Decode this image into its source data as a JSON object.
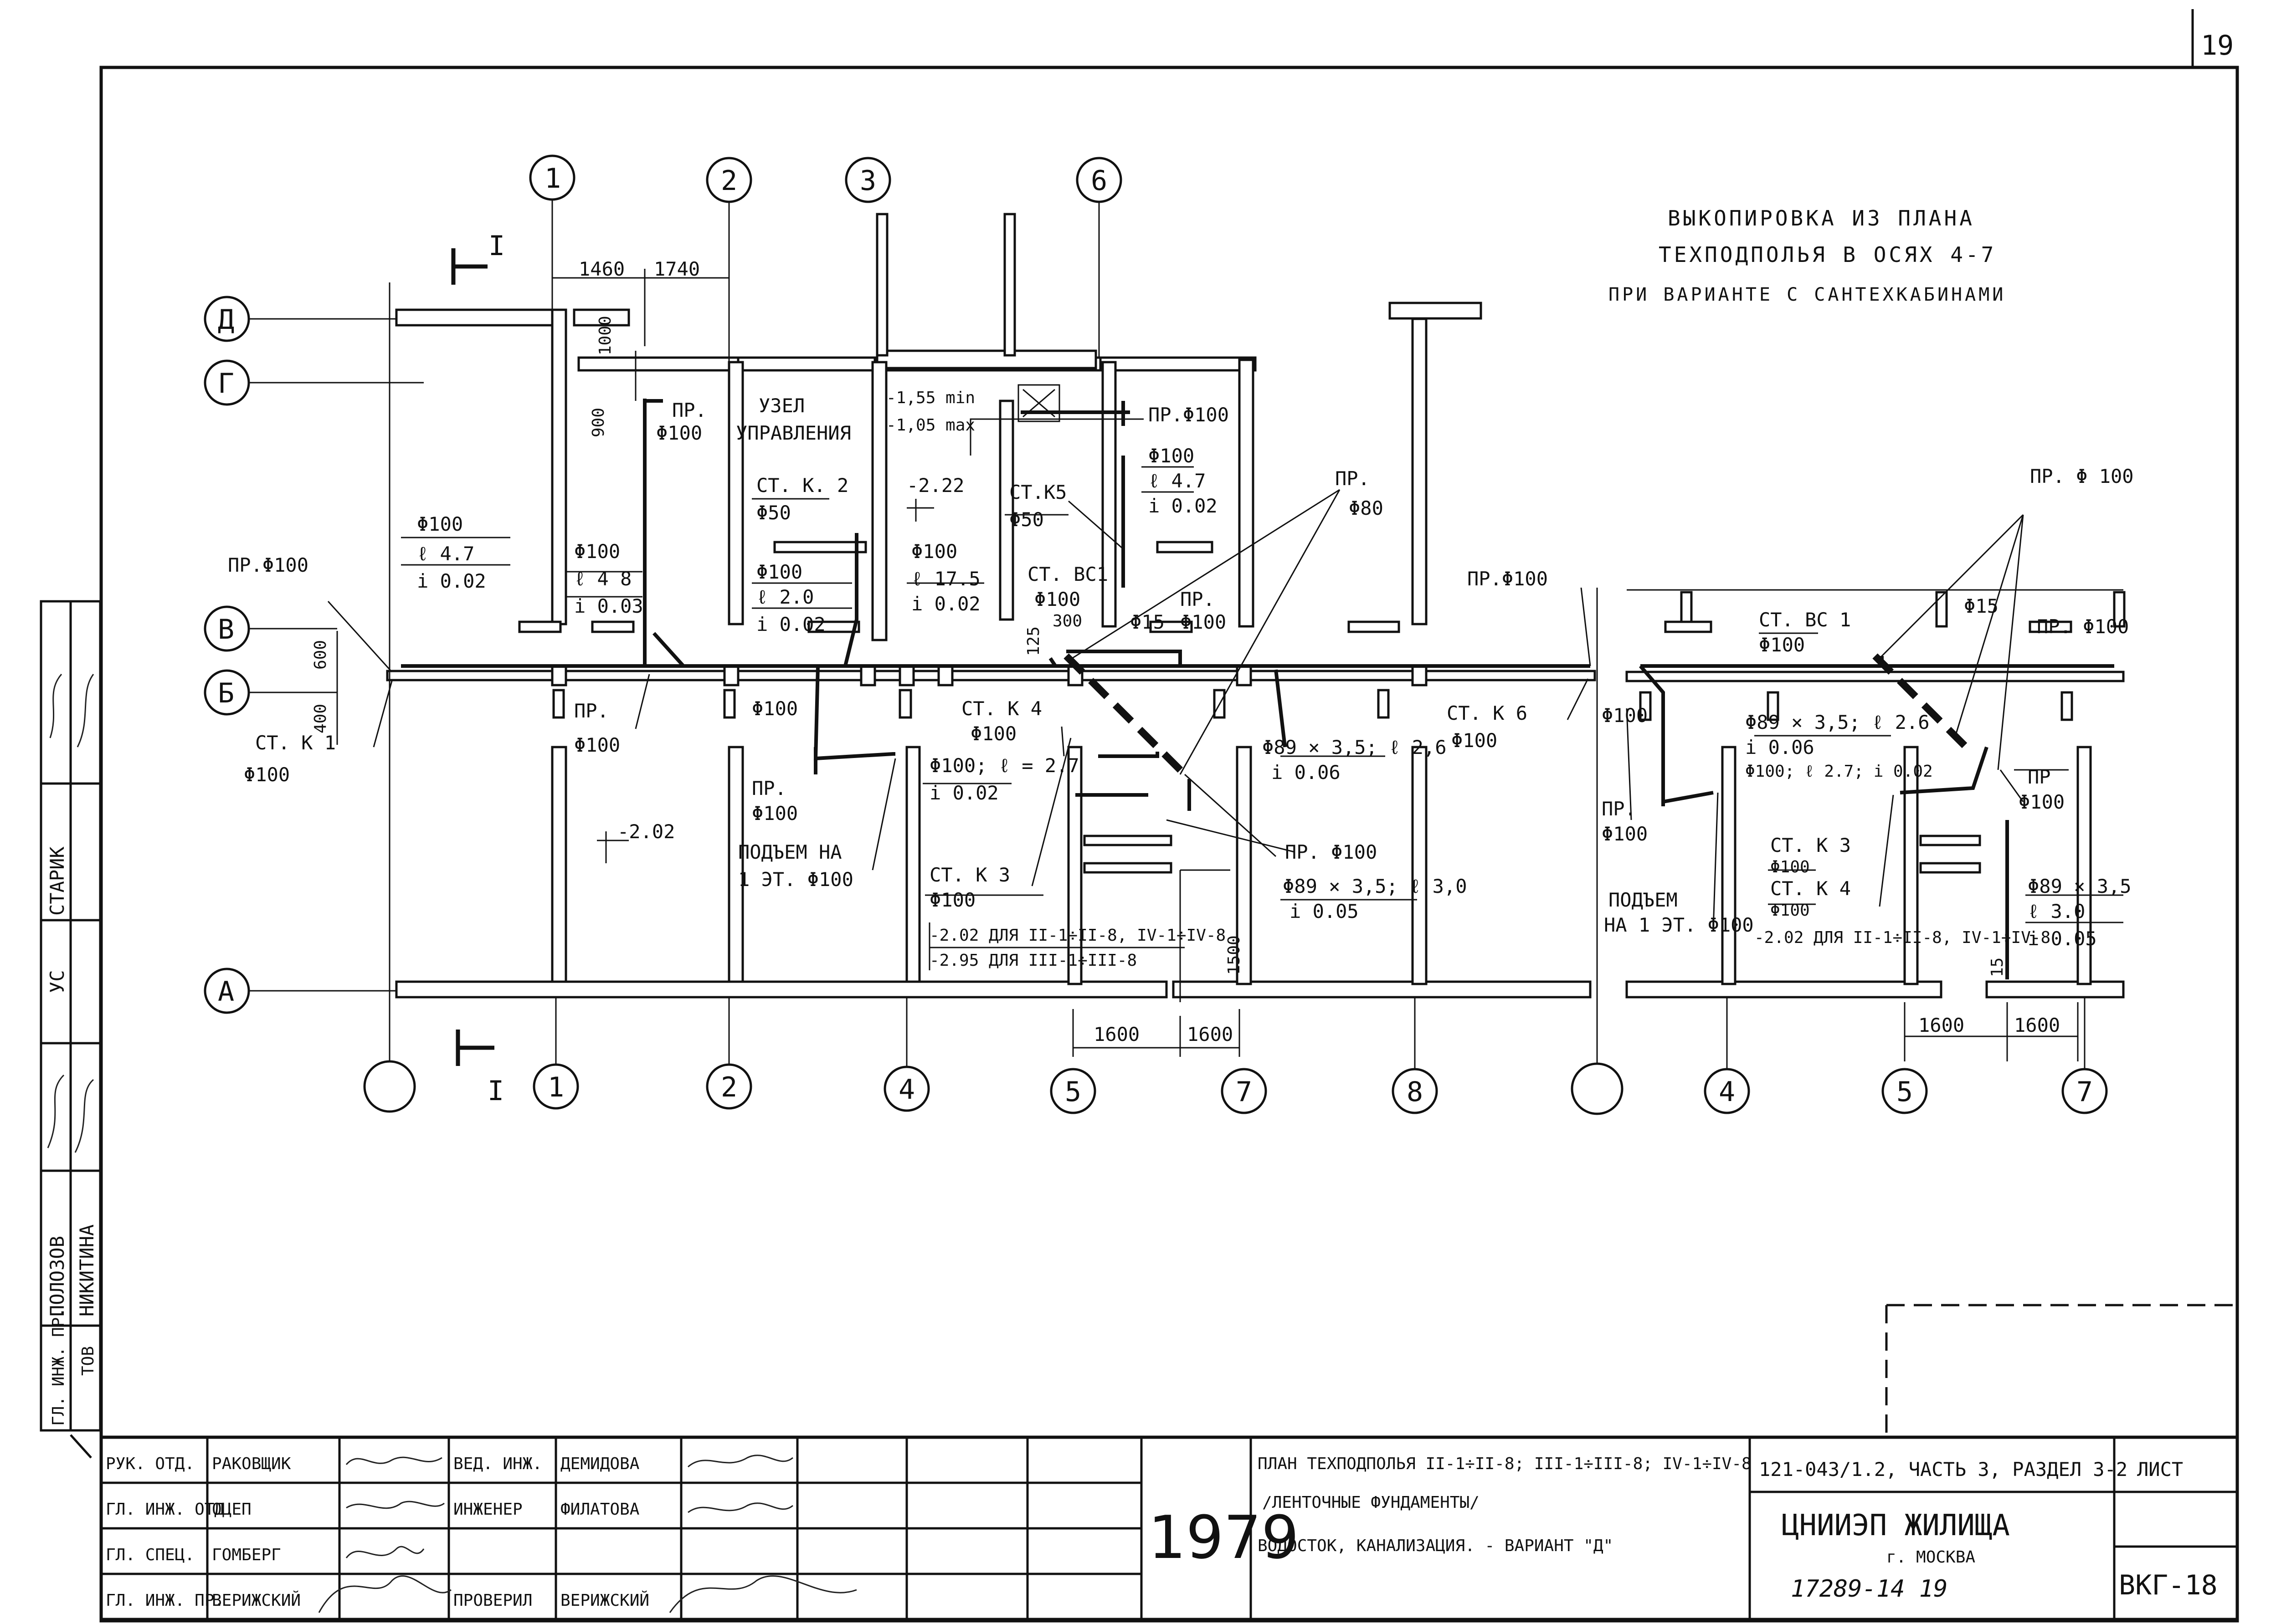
{
  "sheet_number": "19",
  "inventory_number": "17289-14  19",
  "heading": {
    "line1": "ВЫКОПИРОВКА ИЗ ПЛАНА",
    "line2": "ТЕХПОДПОЛЬЯ В ОСЯХ 4-7",
    "line3": "ПРИ ВАРИАНТЕ С САНТЕХКАБИНАМИ"
  },
  "section_mark": "I",
  "axes": {
    "top": [
      "1",
      "2",
      "3",
      "6"
    ],
    "bottom_main": [
      "",
      "1",
      "2",
      "4",
      "5",
      "7",
      "8",
      ""
    ],
    "bottom_right": [
      "4",
      "5",
      "7"
    ],
    "rows": [
      "Д",
      "Г",
      "В",
      "Б",
      "А"
    ]
  },
  "dimensions": {
    "top_left": "1460",
    "top_right": "1740",
    "d1000": "1000",
    "d900": "900",
    "d600": "600",
    "d400": "400",
    "d125": "125",
    "d300": "300",
    "d1500": "1500",
    "bot_a": "1600",
    "bot_b": "1600",
    "bot_c": "1600",
    "bot_d": "1600",
    "d15": "15"
  },
  "labels": {
    "pr": "ПР.",
    "f100": "Φ100",
    "uzel1": "УЗЕЛ",
    "uzel2": "УПРАВЛЕНИЯ",
    "lvl_155": "-1,55 min",
    "lvl_105": "-1,05 max",
    "pr_f100": "ПР.Φ100",
    "f100_a": "Φ100",
    "e47_a": "ℓ 4.7",
    "i002_a": "i 0.02",
    "st_k2": "СТ. К. 2",
    "f50_a": "Φ50",
    "m222": "-2.22",
    "st_k5": "СТ.К5",
    "f50_b": "Φ50",
    "pr2": "ПР.",
    "f80": "Φ80",
    "f100_b": "Φ100",
    "e47_b": "ℓ 4.7",
    "i002_b": "i 0.02",
    "f100_c": "Φ100",
    "e48": "ℓ 4 8",
    "i003": "i 0.03",
    "f100_d": "Φ100",
    "e20": "ℓ 2.0",
    "i002_c": "i 0.02",
    "f100_e": "Φ100",
    "e175": "ℓ 17.5",
    "i002_d": "i 0.02",
    "st_vs1": "СТ. ВС1",
    "f100_f": "Φ100",
    "f15": "Φ15",
    "pr3": "ПР.",
    "f100_g": "Φ100",
    "pr_f100_l": "ПР.Φ100",
    "pr_f100_m": "ПР.Φ100",
    "pr4": "ПР.",
    "f100_h": "Φ100",
    "st_k1": "СТ. К 1",
    "f100_i": "Φ100",
    "f100_j": "Φ100",
    "st_k4": "СТ. К 4",
    "f100_k": "Φ100",
    "f100_e27": "Φ100; ℓ = 2.7",
    "i002_e": "i 0.02",
    "f89_26": "Φ89 × 3,5; ℓ 2,6",
    "i006": "i 0.06",
    "st_k6": "СТ. К 6",
    "f100_l": "Φ100",
    "pr5": "ПР.",
    "f100_m": "Φ100",
    "podem1": "ПОДЪЕМ НА",
    "podem2": "1 ЭТ. Φ100",
    "m202": "-2.02",
    "st_k3": "СТ. К 3",
    "f100_n": "Φ100",
    "pr_f100_b": "ПР. Φ100",
    "f89_30": "Φ89 × 3,5; ℓ 3,0",
    "i005": "i 0.05",
    "lvl_202": "-2.02 ДЛЯ II-1÷II-8, IV-1÷IV-8",
    "lvl_295": "-2.95 ДЛЯ III-1÷III-8"
  },
  "right_plan": {
    "pr_f100": "ПР. Φ 100",
    "f15": "Φ15",
    "st_vs1": "СТ. ВС 1",
    "f100_a": "Φ100",
    "pr_f100_b": "ПР. Φ100",
    "f100_b": "Φ100",
    "f89_26": "Φ89 × 3,5; ℓ 2.6",
    "i006": "i 0.06",
    "f100_e27": "Φ100; ℓ 2.7; i 0.02",
    "pr": "ПР",
    "f100_c": "Φ100",
    "pr2": "ПР.",
    "f100_d": "Φ100",
    "st_k3": "СТ. К 3",
    "f100_e": "Φ100",
    "st_k4": "СТ. К 4",
    "f100_f": "Φ100",
    "podem1": "ПОДЪЕМ",
    "podem2": "НА 1 ЭТ. Φ100",
    "lvl_202": "-2.02 ДЛЯ II-1÷II-8, IV-1÷IV-8",
    "f89": "Φ89 × 3,5",
    "e30": "ℓ 3.0",
    "i005": "i 0.05"
  },
  "left_strip": {
    "starik": "СТАРИК",
    "us": "УС",
    "polozov": "ПОЛОЗОВ",
    "nikitina": "НИКИТИНА",
    "gl_inzh_pr": "ГЛ. ИНЖ. ПР.",
    "tov": "ТОВ"
  },
  "title_block": {
    "roles": [
      "РУК. ОТД.",
      "ГЛ. ИНЖ. ОТД.",
      "ГЛ. СПЕЦ.",
      "ГЛ. ИНЖ. ПР."
    ],
    "names": [
      "РАКОВЩИК",
      "ОЦЕП",
      "ГОМБЕРГ",
      "ВЕРИЖСКИЙ"
    ],
    "roles2": [
      "ВЕД. ИНЖ.",
      "ИНЖЕНЕР",
      "",
      "ПРОВЕРИЛ"
    ],
    "names2": [
      "ДЕМИДОВА",
      "ФИЛАТОВА",
      "",
      "ВЕРИЖСКИЙ"
    ],
    "year": "1979",
    "title1": "ПЛАН ТЕХПОДПОЛЬЯ II-1÷II-8; III-1÷III-8; IV-1÷IV-8",
    "title2": "/ЛЕНТОЧНЫЕ ФУНДАМЕНТЫ/",
    "title3": "ВОДОСТОК, КАНАЛИЗАЦИЯ. - ВАРИАНТ \"Д\"",
    "project": "121-043/1.2, ЧАСТЬ 3, РАЗДЕЛ 3-2",
    "org": "ЦНИИЭП ЖИЛИЩА",
    "city": "г. МОСКВА",
    "sheet_label": "ЛИСТ",
    "sheet_code": "ВКГ-18"
  }
}
